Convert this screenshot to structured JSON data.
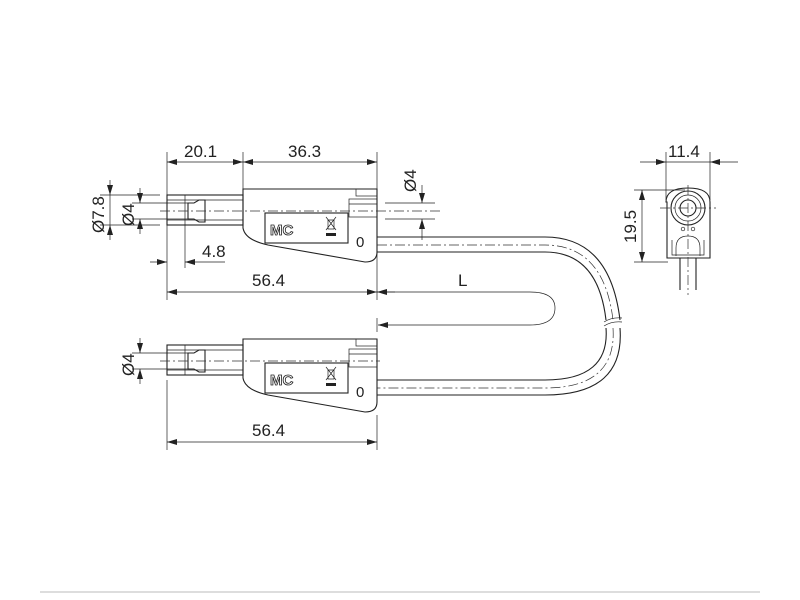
{
  "drawing": {
    "top_plug": {
      "tip_length": "20.1",
      "body_length": "36.3",
      "outer_diameter": "Ø7.8",
      "pin_diameter": "Ø4",
      "insert_depth": "4.8",
      "total_length": "56.4",
      "socket_diameter": "Ø4",
      "logo": "MC",
      "marking": "0"
    },
    "cable_length": "L",
    "bottom_plug": {
      "pin_diameter": "Ø4",
      "total_length": "56.4",
      "logo": "MC",
      "marking": "0"
    },
    "end_view": {
      "width": "11.4",
      "height": "19.5"
    }
  }
}
